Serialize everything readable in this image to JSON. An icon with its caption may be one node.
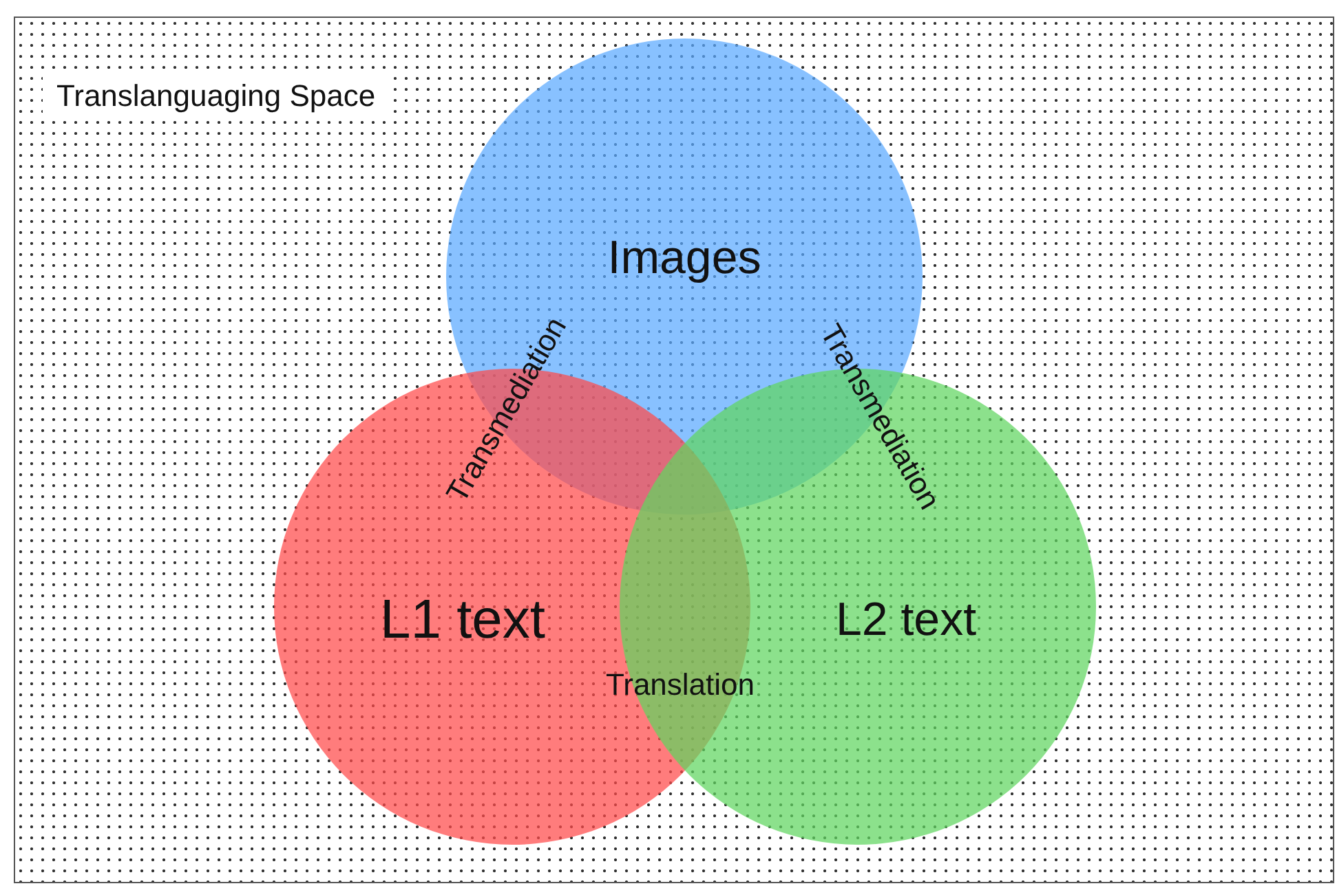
{
  "diagram": {
    "nodes": [
      {
        "text": [
          "Translanguaging Space"
        ]
      },
      {
        "text": [
          "Images"
        ],
        "in": 0
      },
      {
        "text": [
          "L1 text"
        ],
        "in": 0
      },
      {
        "text": [
          "L2 text"
        ],
        "in": 0
      }
    ],
    "labels": [
      "Transmediation",
      "Transmediation",
      "Translation"
    ]
  }
}
